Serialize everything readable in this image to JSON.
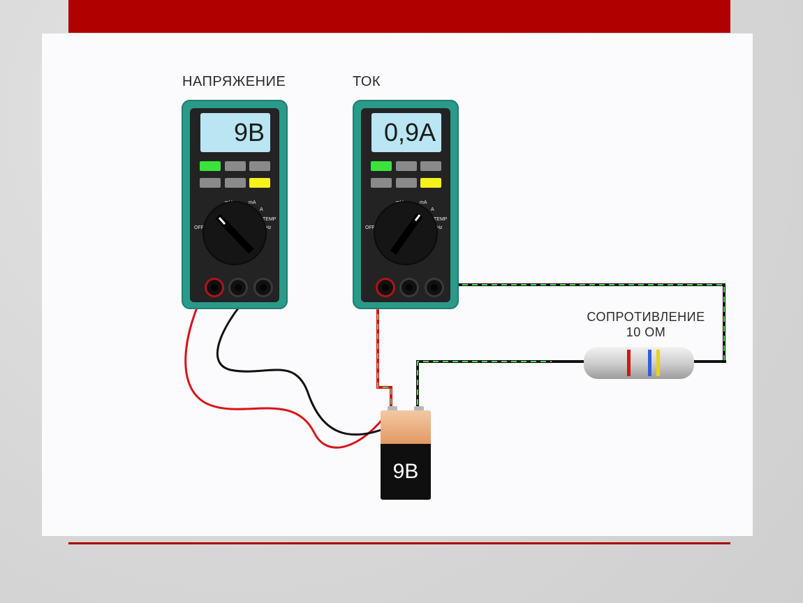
{
  "labels": {
    "voltage": "НАПРЯЖЕНИЕ",
    "current": "ТОК",
    "resistance_line1": "СОПРОТИВЛЕНИЕ",
    "resistance_line2": "10 ОМ"
  },
  "meters": {
    "voltmeter_display": "9В",
    "ammeter_display": "0,9А"
  },
  "dial_marks": [
    "mV",
    "mA",
    "A",
    "TEMP",
    "Hz",
    "OFF"
  ],
  "battery": {
    "label": "9В"
  },
  "colors": {
    "header_bar": "#b00000",
    "meter_body": "#2a9a8a",
    "display": "#b9e6f2",
    "wire_red": "#d6141a",
    "wire_black": "#111111",
    "wire_highlight": "#4fd84f"
  }
}
